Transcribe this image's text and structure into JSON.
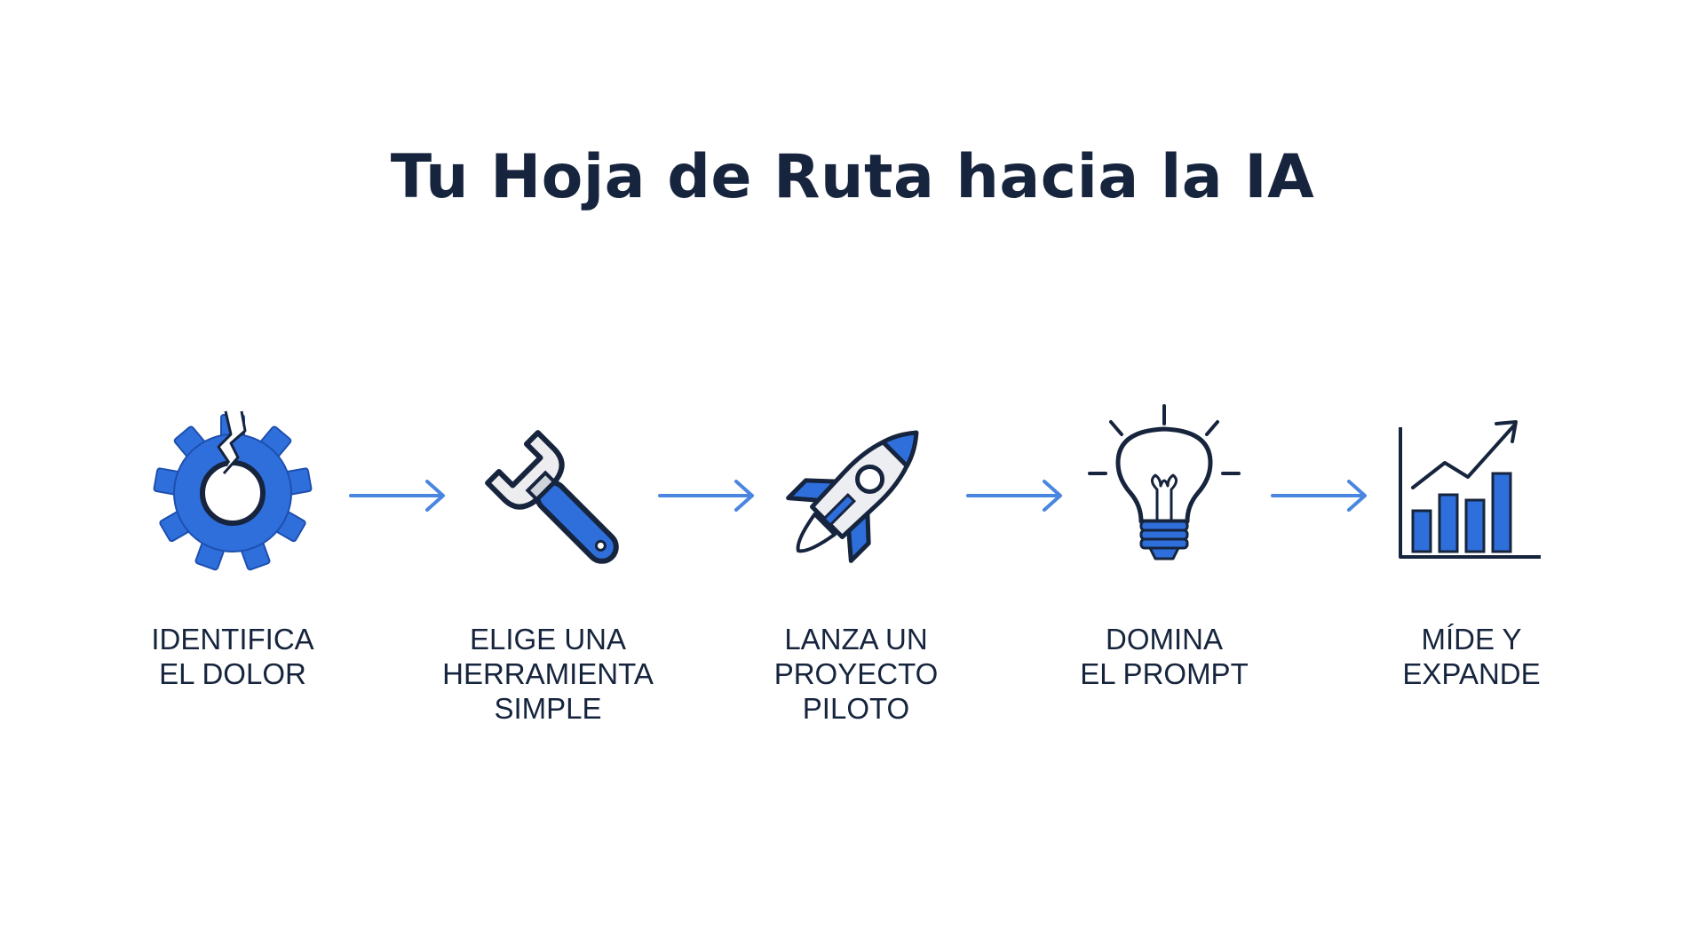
{
  "title": "Tu Hoja de Ruta hacia la IA",
  "colors": {
    "accent": "#2f6fdc",
    "dark": "#16243d",
    "arrow": "#4a86e0"
  },
  "steps": [
    {
      "icon": "broken-gear-icon",
      "lines": [
        "IDENTIFICA",
        "EL DOLOR"
      ]
    },
    {
      "icon": "wrench-icon",
      "lines": [
        "ELIGE UNA",
        "HERRAMIENTA",
        "SIMPLE"
      ]
    },
    {
      "icon": "rocket-icon",
      "lines": [
        "LANZA UN",
        "PROYECTO",
        "PILOTO"
      ]
    },
    {
      "icon": "lightbulb-icon",
      "lines": [
        "DOMINA",
        "EL PROMPT"
      ]
    },
    {
      "icon": "bar-chart-growth-icon",
      "lines": [
        "MÍDE Y",
        "EXPANDE"
      ]
    }
  ]
}
